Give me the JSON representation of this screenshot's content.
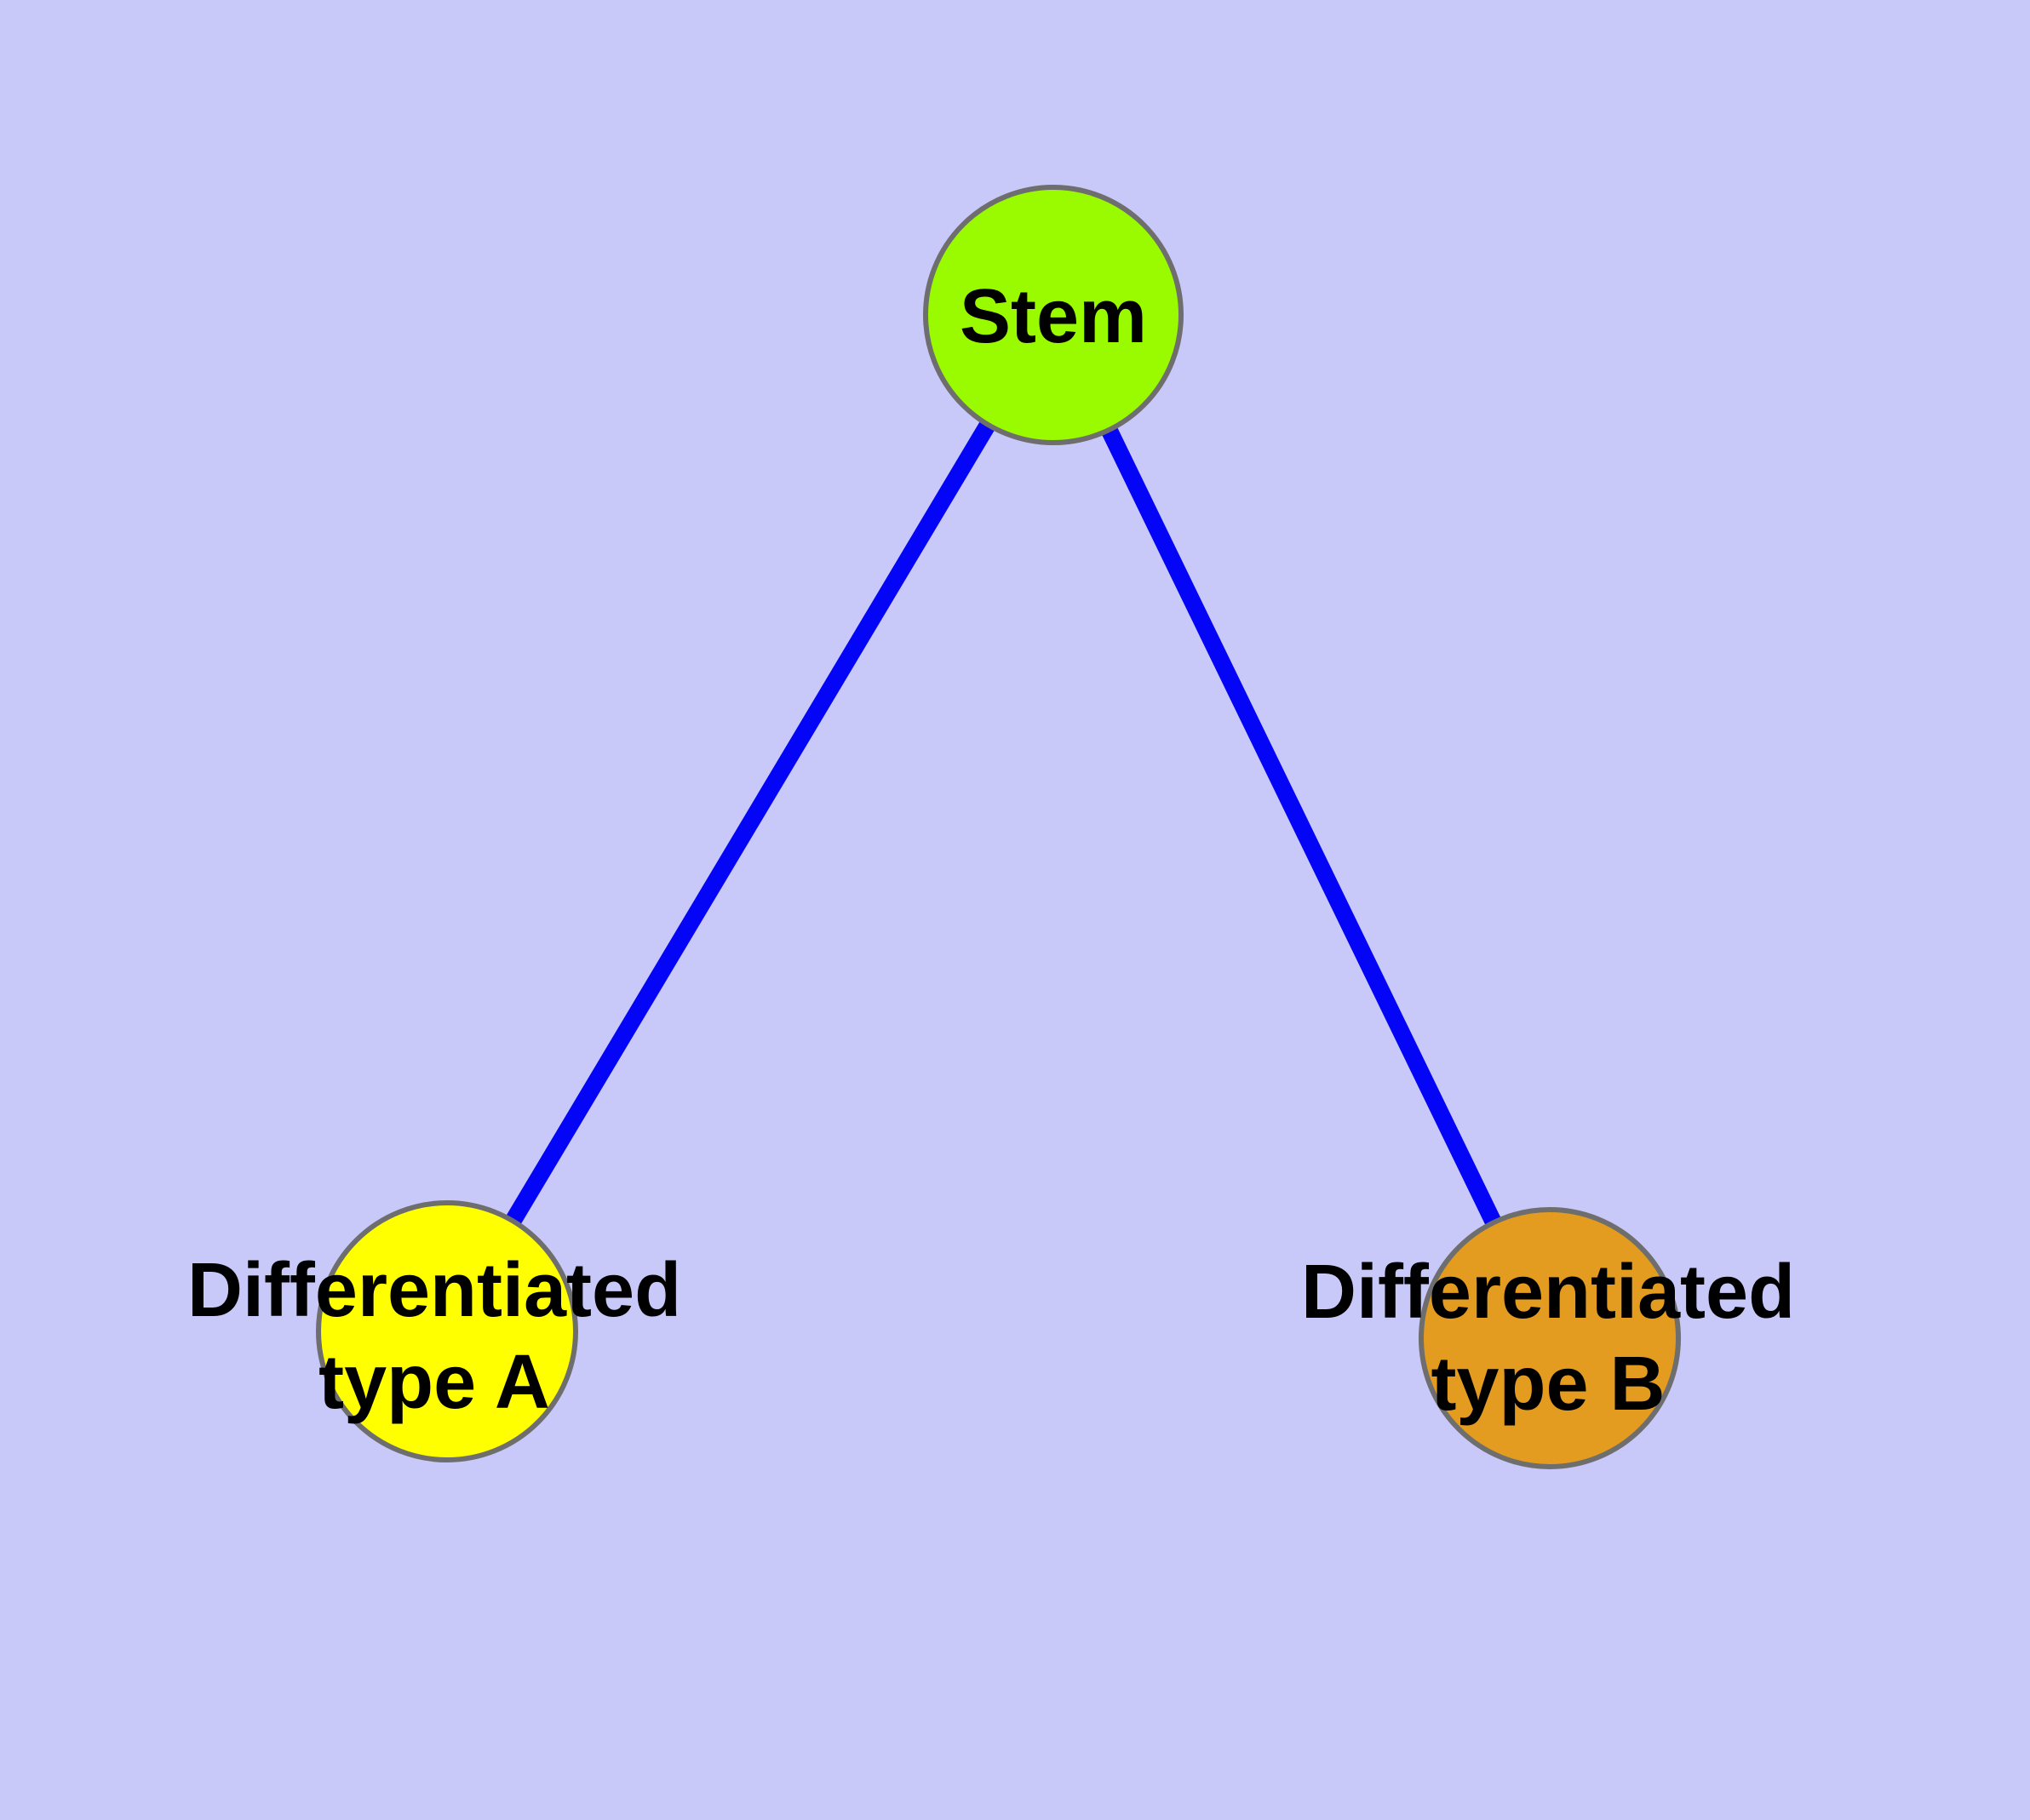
{
  "diagram": {
    "background_color": "#C9C9F9",
    "edge_color": "#0404F6",
    "node_border_color": "#6E6E6E",
    "label_text_color": "#000000"
  },
  "nodes": [
    {
      "id": "stem",
      "label": "Stem",
      "fill": "#9AFA00"
    },
    {
      "id": "differentiated-type-a",
      "label": "Differentiated\ntype A",
      "fill": "#FFFF00"
    },
    {
      "id": "differentiated-type-b",
      "label": "Differentiated\ntype B",
      "fill": "#E39C1F"
    }
  ],
  "edges": [
    {
      "from": "Stem",
      "to": "Differentiated type A"
    },
    {
      "from": "Stem",
      "to": "Differentiated type B"
    }
  ]
}
